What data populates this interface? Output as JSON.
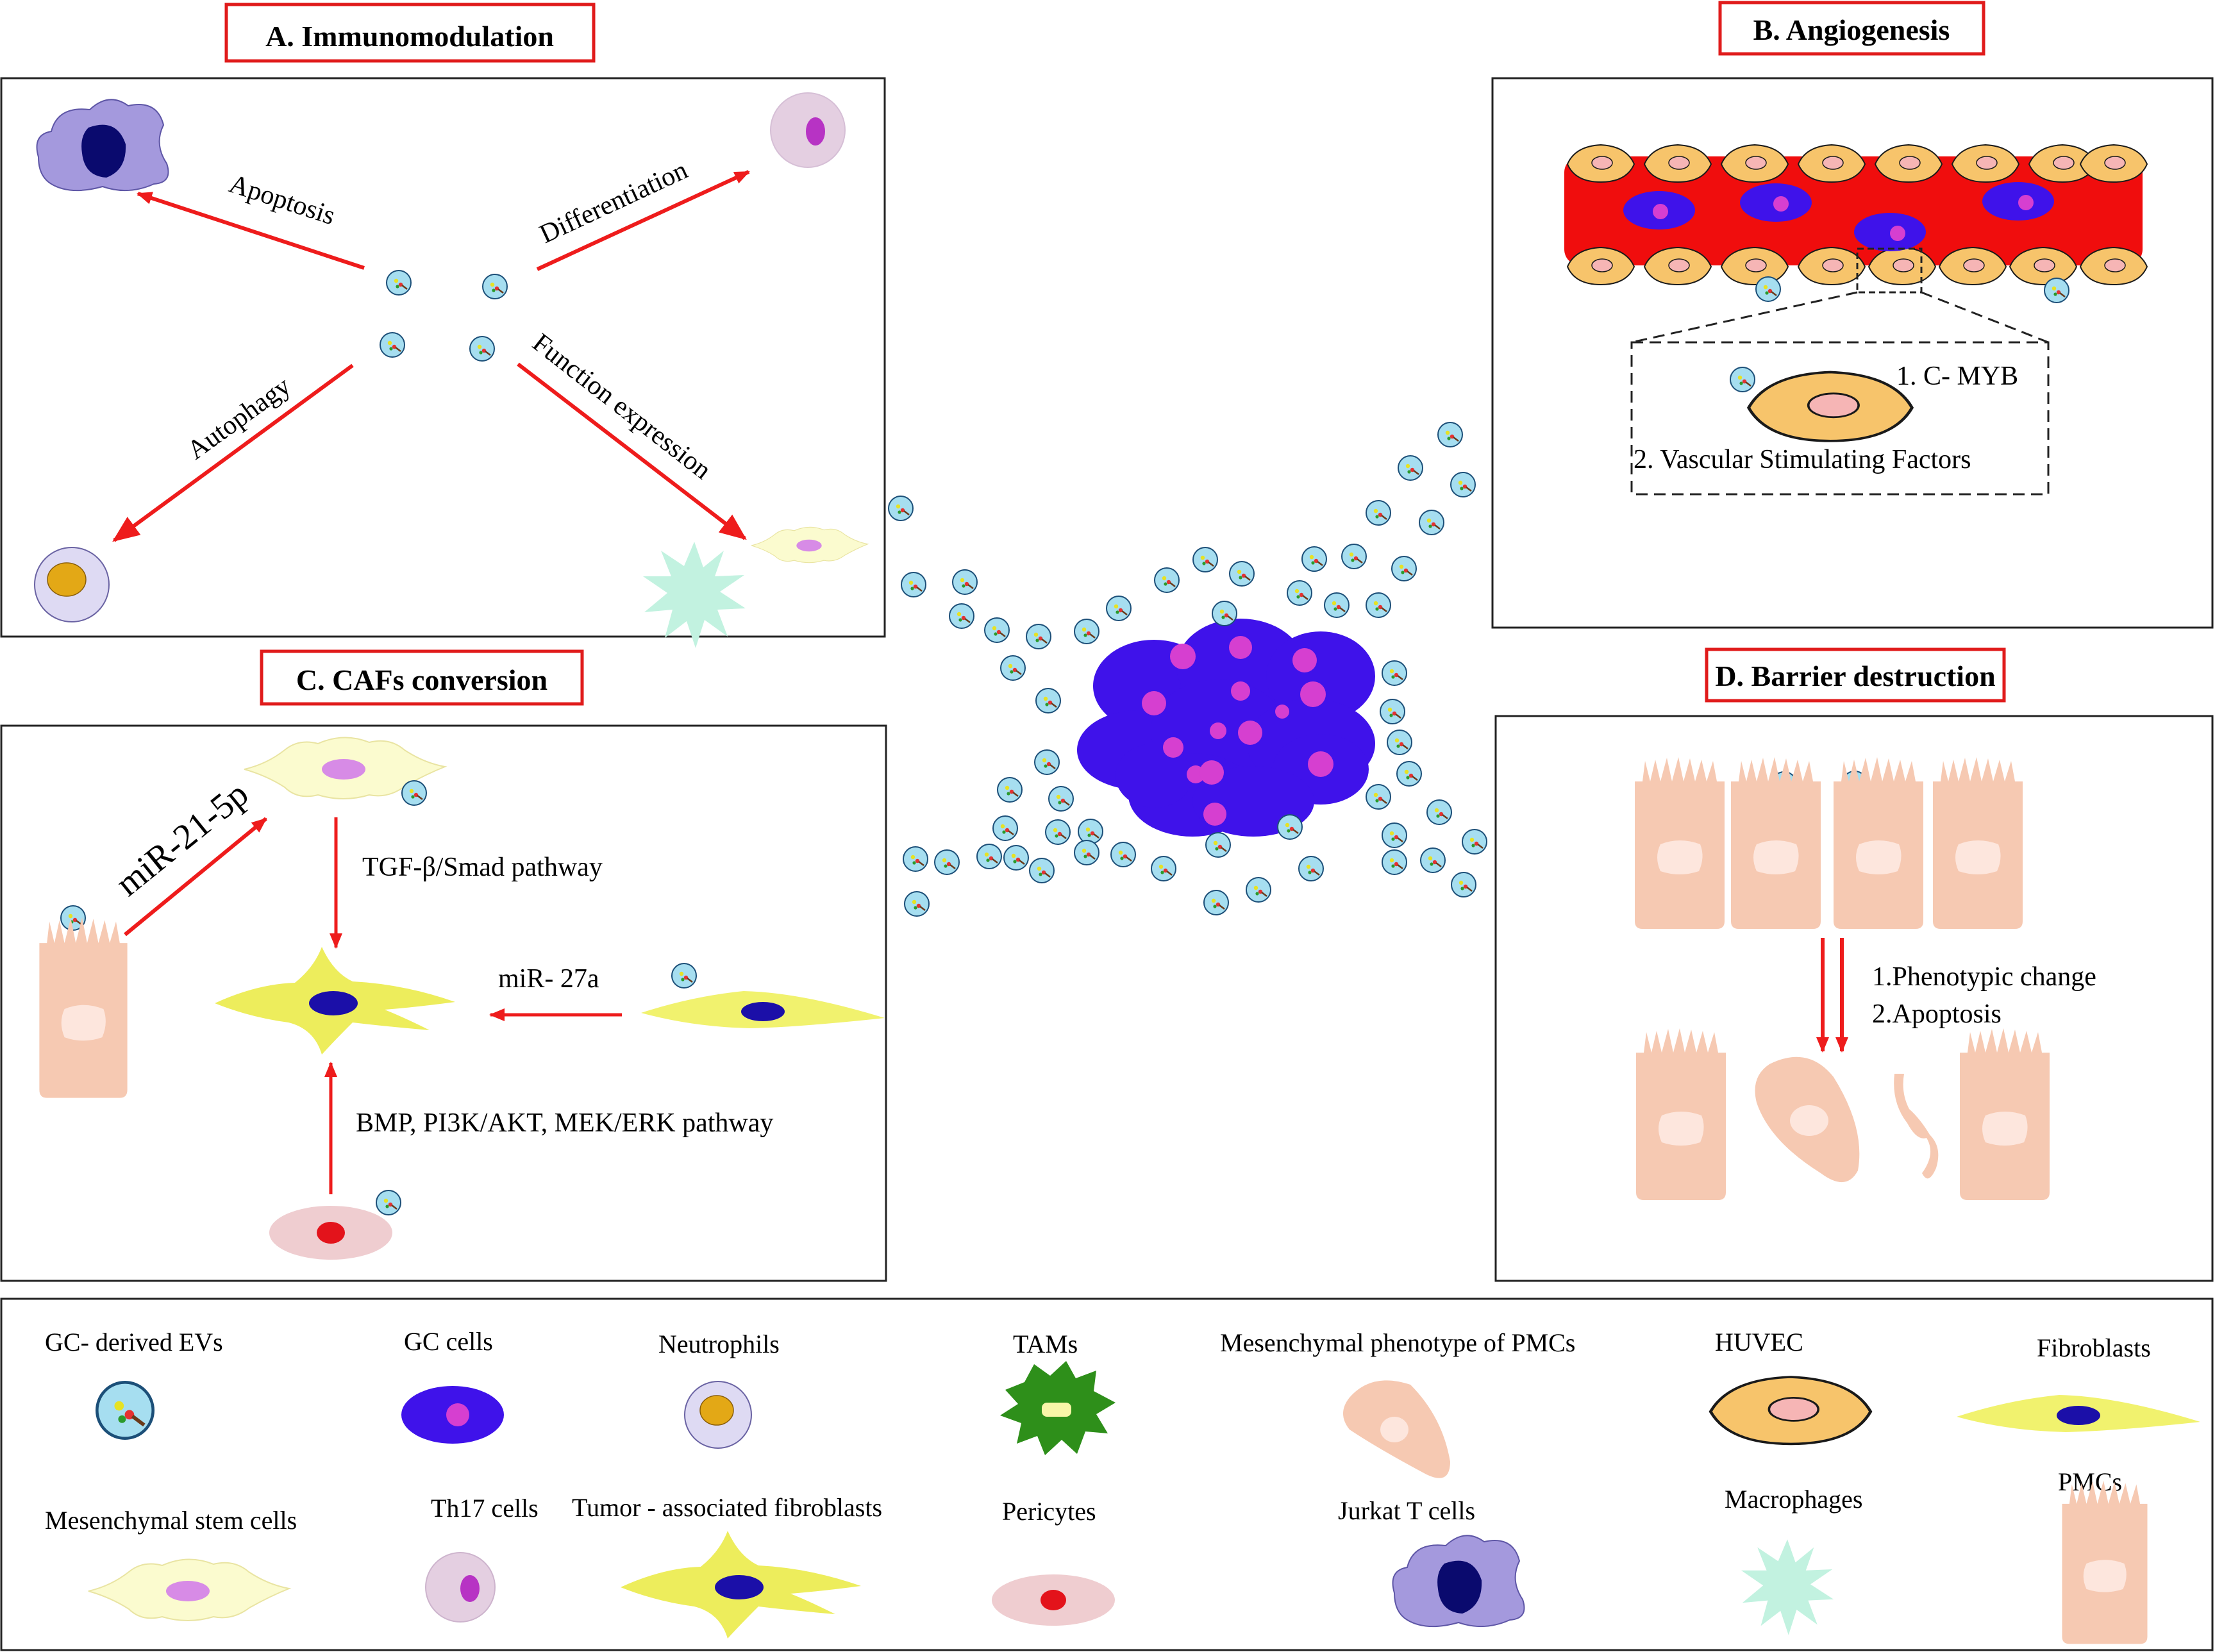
{
  "panels": {
    "a": {
      "title": "A. Immunomodulation",
      "apoptosis": "Apoptosis",
      "differentiation": "Differentiation",
      "autophagy": "Autophagy",
      "function_expression": "Function expression"
    },
    "b": {
      "title": "B. Angiogenesis",
      "item1": "1. C- MYB",
      "item2": "2. Vascular Stimulating Factors"
    },
    "c": {
      "title": "C. CAFs conversion",
      "mir21": "miR-21-5p",
      "tgf": "TGF-β/Smad pathway",
      "mir27": "miR- 27a",
      "bmp": "BMP,   PI3K/AKT, MEK/ERK pathway"
    },
    "d": {
      "title": "D. Barrier destruction",
      "item1": "1.Phenotypic change",
      "item2": "2.Apoptosis"
    }
  },
  "legend": {
    "gc_evs": "GC- derived EVs",
    "gc_cells": "GC cells",
    "neutrophils": "Neutrophils",
    "tams": "TAMs",
    "mesenchymal_pmc": "Mesenchymal phenotype of PMCs",
    "huvec": "HUVEC",
    "fibroblasts": "Fibroblasts",
    "msc": "Mesenchymal stem cells",
    "th17": "Th17 cells",
    "taf": "Tumor - associated    fibroblasts",
    "pericytes": "Pericytes",
    "jurkat": "Jurkat T cells",
    "macrophages": "Macrophages",
    "pmcs": "PMCs"
  },
  "colors": {
    "arrow": "#ee1c1c",
    "title_border": "#e01b1b",
    "gc_cell": "#3f12ea",
    "gc_nucleus": "#d63fd0",
    "ev": "#a6def0",
    "vessel": "#f00d0d",
    "huvec": "#f7c46b",
    "pmc": "#f6c9b2",
    "fibroblast": "#f1f26e",
    "tam": "#2e8f1a",
    "macrophage": "#c2f2e0"
  }
}
